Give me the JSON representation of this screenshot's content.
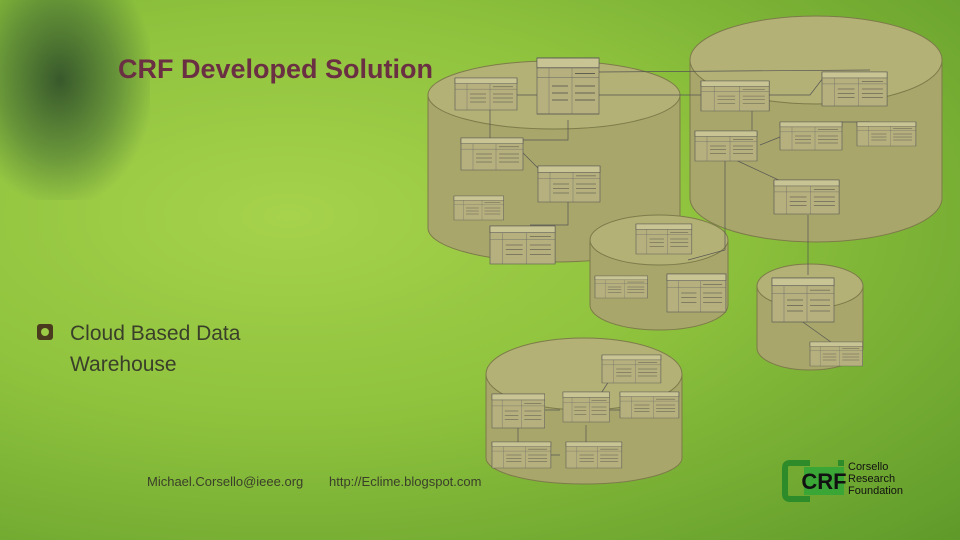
{
  "slide": {
    "title": "CRF Developed Solution",
    "bullet": "Cloud Based Data Warehouse",
    "footer_email": "Michael.Corsello@ieee.org",
    "footer_url": "http://Eclime.blogspot.com"
  },
  "logo": {
    "mark": "CRF",
    "lines": [
      "Corsello",
      "Research",
      "Foundation"
    ]
  },
  "colors": {
    "title": "#6b2f43",
    "cylinder_fill": "#a8a66a",
    "table_fill": "#b6b07e",
    "logo_green": "#2e8b2a"
  },
  "icons": [
    "bullet-ring-icon",
    "database-cylinder-icon"
  ]
}
